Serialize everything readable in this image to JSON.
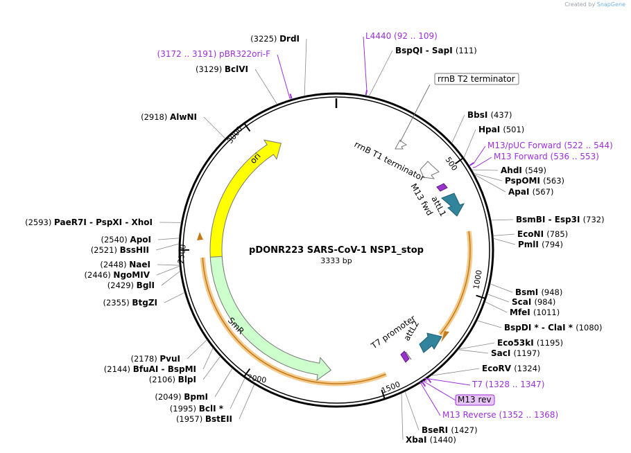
{
  "credit": {
    "prefix": "Created by",
    "brand": "SnapGene"
  },
  "plasmid": {
    "name": "pDONR223 SARS-CoV-1 NSP1_stop",
    "length": "3333 bp",
    "total_bp": 3333
  },
  "ticks": [
    {
      "bp": 500,
      "label": "500"
    },
    {
      "bp": 1000,
      "label": "1000"
    },
    {
      "bp": 1500,
      "label": "1500"
    },
    {
      "bp": 2000,
      "label": "2000"
    },
    {
      "bp": 2500,
      "label": "2500"
    },
    {
      "bp": 3000,
      "label": "3000"
    }
  ],
  "enzymes": [
    {
      "id": "drdi",
      "name": "DrdI",
      "pos": "(3225)",
      "bp": 3225,
      "side": "left"
    },
    {
      "id": "bclvi",
      "name": "BclVI",
      "pos": "(3129)",
      "bp": 3129,
      "side": "left"
    },
    {
      "id": "alwni",
      "name": "AlwNI",
      "pos": "(2918)",
      "bp": 2918,
      "side": "left"
    },
    {
      "id": "paer7i",
      "name": "PaeR7I  - PspXI  - XhoI",
      "pos": "(2593)",
      "bp": 2593,
      "side": "left"
    },
    {
      "id": "apoi",
      "name": "ApoI",
      "pos": "(2540)",
      "bp": 2540,
      "side": "left"
    },
    {
      "id": "bsshii",
      "name": "BssHII",
      "pos": "(2521)",
      "bp": 2521,
      "side": "left"
    },
    {
      "id": "naei",
      "name": "NaeI",
      "pos": "(2448)",
      "bp": 2448,
      "side": "left"
    },
    {
      "id": "ngomiv",
      "name": "NgoMIV",
      "pos": "(2446)",
      "bp": 2446,
      "side": "left"
    },
    {
      "id": "bgli",
      "name": "BglI",
      "pos": "(2429)",
      "bp": 2429,
      "side": "left"
    },
    {
      "id": "btgzi",
      "name": "BtgZI",
      "pos": "(2355)",
      "bp": 2355,
      "side": "left"
    },
    {
      "id": "pvui",
      "name": "PvuI",
      "pos": "(2178)",
      "bp": 2178,
      "side": "left"
    },
    {
      "id": "bfuai",
      "name": "BfuAI  - BspMI",
      "pos": "(2144)",
      "bp": 2144,
      "side": "left"
    },
    {
      "id": "blpi",
      "name": "BlpI",
      "pos": "(2106)",
      "bp": 2106,
      "side": "left"
    },
    {
      "id": "bpmi",
      "name": "BpmI",
      "pos": "(2049)",
      "bp": 2049,
      "side": "left"
    },
    {
      "id": "bcli",
      "name": "BclI *",
      "pos": "(1995)",
      "bp": 1995,
      "side": "left"
    },
    {
      "id": "bsteii",
      "name": "BstEII",
      "pos": "(1957)",
      "bp": 1957,
      "side": "left"
    },
    {
      "id": "bspqi",
      "name": "BspQI  - SapI",
      "pos": "(111)",
      "bp": 111,
      "side": "right"
    },
    {
      "id": "bbsi",
      "name": "BbsI",
      "pos": "(437)",
      "bp": 437,
      "side": "right"
    },
    {
      "id": "hpai",
      "name": "HpaI",
      "pos": "(501)",
      "bp": 501,
      "side": "right"
    },
    {
      "id": "ahdi",
      "name": "AhdI",
      "pos": "(549)",
      "bp": 549,
      "side": "right"
    },
    {
      "id": "pspomi",
      "name": "PspOMI",
      "pos": "(563)",
      "bp": 563,
      "side": "right"
    },
    {
      "id": "apai",
      "name": "ApaI",
      "pos": "(567)",
      "bp": 567,
      "side": "right"
    },
    {
      "id": "bsmbi",
      "name": "BsmBI  - Esp3I",
      "pos": "(732)",
      "bp": 732,
      "side": "right"
    },
    {
      "id": "econi",
      "name": "EcoNI",
      "pos": "(785)",
      "bp": 785,
      "side": "right"
    },
    {
      "id": "pmli",
      "name": "PmlI",
      "pos": "(794)",
      "bp": 794,
      "side": "right"
    },
    {
      "id": "bsmi",
      "name": "BsmI",
      "pos": "(948)",
      "bp": 948,
      "side": "right"
    },
    {
      "id": "scai",
      "name": "ScaI",
      "pos": "(984)",
      "bp": 984,
      "side": "right"
    },
    {
      "id": "mfei",
      "name": "MfeI",
      "pos": "(1011)",
      "bp": 1011,
      "side": "right"
    },
    {
      "id": "bspdi",
      "name": "BspDI *  - ClaI *",
      "pos": "(1080)",
      "bp": 1080,
      "side": "right"
    },
    {
      "id": "eco53ki",
      "name": "Eco53kI",
      "pos": "(1195)",
      "bp": 1195,
      "side": "right"
    },
    {
      "id": "saci",
      "name": "SacI",
      "pos": "(1197)",
      "bp": 1197,
      "side": "right"
    },
    {
      "id": "ecorv",
      "name": "EcoRV",
      "pos": "(1324)",
      "bp": 1324,
      "side": "right"
    },
    {
      "id": "bseri",
      "name": "BseRI",
      "pos": "(1427)",
      "bp": 1427,
      "side": "right"
    },
    {
      "id": "xbai",
      "name": "XbaI",
      "pos": "(1440)",
      "bp": 1440,
      "side": "right"
    }
  ],
  "primers": [
    {
      "id": "pbr322ori-f",
      "name": "pBR322ori-F",
      "range": "(3172 .. 3191)",
      "bp": 3181
    },
    {
      "id": "l4440",
      "name": "L4440",
      "range": "(92 .. 109)",
      "bp": 100
    },
    {
      "id": "m13-puc-forward",
      "name": "M13/pUC Forward",
      "range": "(522 .. 544)",
      "bp": 533
    },
    {
      "id": "m13-forward",
      "name": "M13 Forward",
      "range": "(536 .. 553)",
      "bp": 545
    },
    {
      "id": "t7",
      "name": "T7",
      "range": "(1328 .. 1347)",
      "bp": 1338
    },
    {
      "id": "m13-rev",
      "name": "M13 rev",
      "range": "",
      "bp": 1345
    },
    {
      "id": "m13-reverse",
      "name": "M13 Reverse",
      "range": "(1352 .. 1368)",
      "bp": 1360
    }
  ],
  "features": [
    {
      "id": "ori",
      "name": "ori",
      "color": "#ffff00",
      "start": 2400,
      "end": 3080
    },
    {
      "id": "smr",
      "name": "SmR",
      "color": "#ccffcc",
      "start": 1690,
      "end": 2470
    },
    {
      "id": "attl1",
      "name": "attL1",
      "color": "#31849b"
    },
    {
      "id": "attl2",
      "name": "attL2",
      "color": "#31849b"
    },
    {
      "id": "m13-fwd",
      "name": "M13 fwd",
      "color": "#9933cc"
    },
    {
      "id": "t7-promoter",
      "name": "T7 promoter",
      "color": "#9933cc"
    },
    {
      "id": "rrnb-t1",
      "name": "rrnB T1 terminator",
      "color": "#ffffff"
    },
    {
      "id": "rrnb-t2",
      "name": "rrnB T2 terminator",
      "color": "#ffffff"
    }
  ],
  "colors": {
    "primer": "#9b30d9",
    "orf_band": "#f5c98a",
    "orf_line": "#c07a18",
    "attl": "#31849b"
  }
}
